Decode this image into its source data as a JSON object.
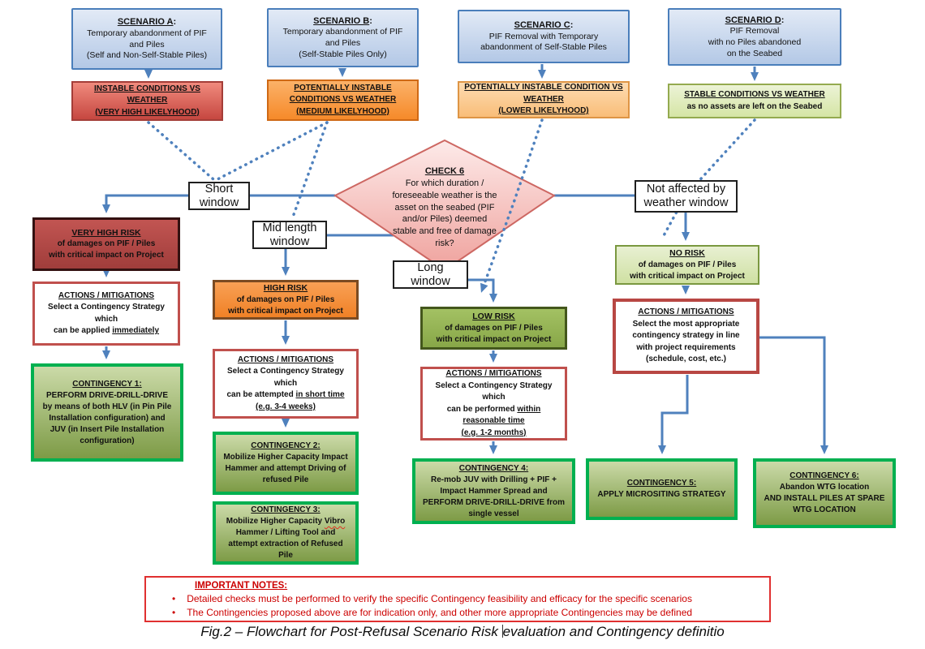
{
  "colors": {
    "connector_blue": "#4f81bd",
    "contingency_border_green": "#00b050",
    "actions_border_red": "#c0504d",
    "notes_red": "#cc0000"
  },
  "punct": {
    "colon": ":",
    "bullet": "•",
    "caret": "|"
  },
  "scenarios": [
    {
      "title": "SCENARIO A",
      "body": "Temporary abandonment of PIF\nand Piles\n(Self and Non-Self-Stable Piles)",
      "condition_u": "INSTABLE CONDITIONS VS\nWEATHER\n(VERY HIGH LIKELYHOOD)",
      "condition_plain": ""
    },
    {
      "title": "SCENARIO B",
      "body": "Temporary abandonment of PIF\nand Piles\n(Self-Stable Piles Only)",
      "condition_u": "POTENTIALLY INSTABLE\nCONDITIONS VS WEATHER\n(MEDIUM LIKELYHOOD)",
      "condition_plain": ""
    },
    {
      "title": "SCENARIO C",
      "body": "PIF Removal with Temporary\nabandonment of Self-Stable Piles",
      "condition_u": "POTENTIALLY INSTABLE CONDITION VS\nWEATHER\n(LOWER LIKELYHOOD)",
      "condition_plain": ""
    },
    {
      "title": "SCENARIO D",
      "body": "PIF Removal\nwith no Piles abandoned\non the Seabed",
      "condition_u": "STABLE CONDITIONS VS WEATHER",
      "condition_plain": "as no assets are left on the Seabed"
    }
  ],
  "decision": {
    "title": "CHECK 6",
    "body": "For which duration /\nforeseeable weather is the\nasset on the seabed (PIF\nand/or Piles) deemed\nstable and free of damage\nrisk?"
  },
  "windows": {
    "short": "Short\nwindow",
    "mid": "Mid length\nwindow",
    "long": "Long\nwindow",
    "not_affected": "Not affected by\nweather window"
  },
  "risks": [
    {
      "title": "VERY HIGH RISK",
      "body": "of damages on PIF / Piles\nwith critical impact on Project"
    },
    {
      "title": "HIGH RISK",
      "body": "of damages on PIF / Piles\nwith critical impact on Project"
    },
    {
      "title": "LOW RISK",
      "body": "of damages on PIF / Piles\nwith critical impact on Project"
    },
    {
      "title": "NO RISK",
      "body": "of damages on PIF / Piles\nwith critical impact on Project"
    }
  ],
  "actions": [
    {
      "title": "ACTIONS / MITIGATIONS",
      "body": "Select a Contingency Strategy\nwhich\ncan be applied ",
      "emph": "immediately"
    },
    {
      "title": "ACTIONS / MITIGATIONS",
      "body": "Select a Contingency Strategy\nwhich\ncan be attempted ",
      "emph": "in short time\n(e.g. 3-4 weeks)"
    },
    {
      "title": "ACTIONS / MITIGATIONS",
      "body": "Select a Contingency Strategy\nwhich\ncan be performed ",
      "emph": "within\nreasonable time\n(e.g. 1-2 months)"
    },
    {
      "title": "ACTIONS / MITIGATIONS",
      "body": "Select the most appropriate\ncontingency strategy in line\nwith project requirements\n(schedule, cost, etc.)",
      "emph": ""
    }
  ],
  "contingencies": [
    {
      "title": "CONTINGENCY 1:",
      "body": "PERFORM DRIVE-DRILL-DRIVE\nby means of both HLV (in Pin Pile\nInstallation configuration) and\nJUV (in Insert Pile Installation\nconfiguration)"
    },
    {
      "title": "CONTINGENCY 2:",
      "body": "Mobilize Higher Capacity Impact\nHammer and attempt Driving of\nrefused Pile"
    },
    {
      "title": "CONTINGENCY 3:",
      "body_pre": "Mobilize Higher Capacity ",
      "spellcheck_word": "Vibro",
      "body_post": "\nHammer / Lifting Tool and\nattempt extraction of Refused\nPile"
    },
    {
      "title": "CONTINGENCY 4:",
      "body": "Re-mob JUV with Drilling + PIF +\nImpact Hammer Spread and\nPERFORM DRIVE-DRILL-DRIVE from\nsingle vessel"
    },
    {
      "title": "CONTINGENCY 5:",
      "body": "APPLY MICROSITING STRATEGY"
    },
    {
      "title": "CONTINGENCY 6:",
      "body": "Abandon WTG location\nAND INSTALL PILES AT SPARE\nWTG LOCATION"
    }
  ],
  "notes": {
    "title": "IMPORTANT NOTES:",
    "bullets": [
      "Detailed checks must be performed to verify the specific Contingency feasibility and efficacy for the specific scenarios",
      "The Contingencies proposed above are for indication only, and other more appropriate Contingencies may be defined"
    ]
  },
  "caption": {
    "prefix": "Fig.2 – Flowchart for Post-Refusal Scenario Risk ",
    "suffix": "evaluation and Contingency definitio"
  }
}
